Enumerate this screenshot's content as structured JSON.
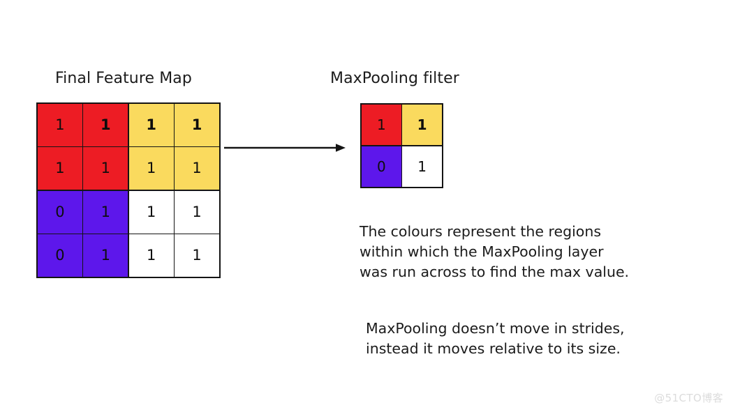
{
  "headings": {
    "feature_map": "Final Feature Map",
    "filter": "MaxPooling filter"
  },
  "feature_map": {
    "rows": 4,
    "cols": 4,
    "cells": [
      {
        "value": "1",
        "color": "red",
        "bold": false
      },
      {
        "value": "1",
        "color": "red",
        "bold": true
      },
      {
        "value": "1",
        "color": "yellow",
        "bold": true
      },
      {
        "value": "1",
        "color": "yellow",
        "bold": true
      },
      {
        "value": "1",
        "color": "red",
        "bold": false
      },
      {
        "value": "1",
        "color": "red",
        "bold": false
      },
      {
        "value": "1",
        "color": "yellow",
        "bold": false
      },
      {
        "value": "1",
        "color": "yellow",
        "bold": false
      },
      {
        "value": "0",
        "color": "purple",
        "bold": false
      },
      {
        "value": "1",
        "color": "purple",
        "bold": false
      },
      {
        "value": "1",
        "color": "white",
        "bold": false
      },
      {
        "value": "1",
        "color": "white",
        "bold": false
      },
      {
        "value": "0",
        "color": "purple",
        "bold": false
      },
      {
        "value": "1",
        "color": "purple",
        "bold": false
      },
      {
        "value": "1",
        "color": "white",
        "bold": false
      },
      {
        "value": "1",
        "color": "white",
        "bold": false
      }
    ]
  },
  "maxpool_filter": {
    "rows": 2,
    "cols": 2,
    "cells": [
      {
        "value": "1",
        "color": "red",
        "bold": false
      },
      {
        "value": "1",
        "color": "yellow",
        "bold": true
      },
      {
        "value": "0",
        "color": "purple",
        "bold": false
      },
      {
        "value": "1",
        "color": "white",
        "bold": false
      }
    ]
  },
  "arrow": {
    "name": "right-arrow-icon",
    "direction": "right"
  },
  "descriptions": {
    "regions": "The colours represent the regions\nwithin which the MaxPooling layer\nwas run across to find the max value.",
    "strides": "MaxPooling doesn’t move in strides,\ninstead it moves relative to its size."
  },
  "watermark": "@51CTO博客",
  "colors": {
    "red": "#ED1C24",
    "yellow": "#FADA5E",
    "purple": "#5D17EB",
    "white": "#FFFFFF",
    "border": "#141414",
    "text": "#1b1b1b",
    "watermark": "#dcdcdc",
    "background": "#ffffff"
  }
}
